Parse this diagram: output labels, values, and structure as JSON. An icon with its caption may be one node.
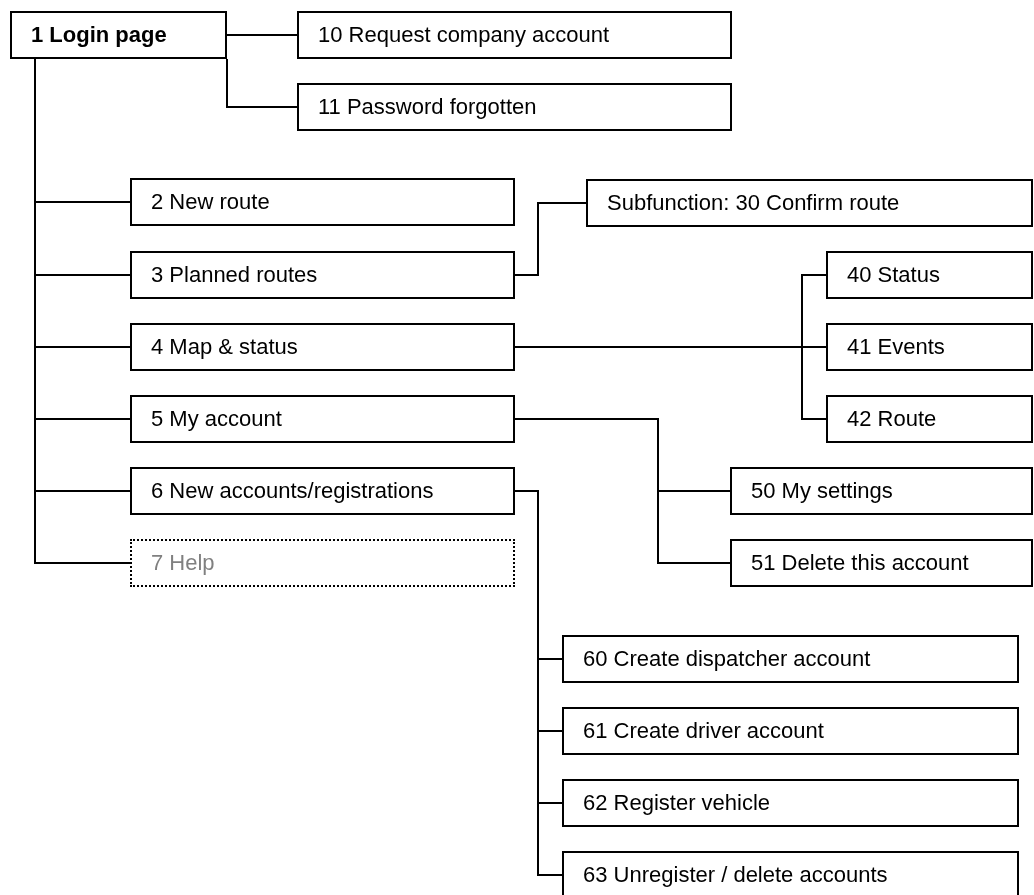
{
  "diagram": {
    "nodes": [
      {
        "text": [
          "1 Login page"
        ]
      },
      {
        "text": [
          "10 Request company account"
        ]
      },
      {
        "text": [
          "11 Password forgotten"
        ]
      },
      {
        "text": [
          "2 New route"
        ]
      },
      {
        "text": [
          "Subfunction: 30 Confirm route"
        ]
      },
      {
        "text": [
          "3 Planned routes"
        ]
      },
      {
        "text": [
          "40 Status"
        ]
      },
      {
        "text": [
          "4 Map & status"
        ]
      },
      {
        "text": [
          "41 Events"
        ]
      },
      {
        "text": [
          "5 My account"
        ]
      },
      {
        "text": [
          "42 Route"
        ]
      },
      {
        "text": [
          "6 New accounts/registrations"
        ]
      },
      {
        "text": [
          "50 My settings"
        ]
      },
      {
        "text": [
          "7 Help"
        ]
      },
      {
        "text": [
          "51 Delete this account"
        ]
      },
      {
        "text": [
          "60 Create dispatcher account"
        ]
      },
      {
        "text": [
          "61 Create driver account"
        ]
      },
      {
        "text": [
          "62 Register vehicle"
        ]
      },
      {
        "text": [
          "63 Unregister / delete accounts"
        ]
      }
    ],
    "edges": [
      {
        "from": 0,
        "to": 1,
        "arrow": "none"
      },
      {
        "from": 0,
        "to": 2,
        "arrow": "none"
      },
      {
        "from": 0,
        "to": 3,
        "arrow": "none"
      },
      {
        "from": 0,
        "to": 5,
        "arrow": "none"
      },
      {
        "from": 0,
        "to": 7,
        "arrow": "none"
      },
      {
        "from": 0,
        "to": 9,
        "arrow": "none"
      },
      {
        "from": 0,
        "to": 11,
        "arrow": "none"
      },
      {
        "from": 0,
        "to": 13,
        "arrow": "none"
      },
      {
        "from": 5,
        "to": 4,
        "arrow": "none"
      },
      {
        "from": 7,
        "to": 6,
        "arrow": "none"
      },
      {
        "from": 7,
        "to": 8,
        "arrow": "none"
      },
      {
        "from": 7,
        "to": 10,
        "arrow": "none"
      },
      {
        "from": 9,
        "to": 12,
        "arrow": "none"
      },
      {
        "from": 9,
        "to": 14,
        "arrow": "none"
      },
      {
        "from": 11,
        "to": 15,
        "arrow": "none"
      },
      {
        "from": 11,
        "to": 16,
        "arrow": "none"
      },
      {
        "from": 11,
        "to": 17,
        "arrow": "none"
      },
      {
        "from": 11,
        "to": 18,
        "arrow": "none"
      }
    ]
  }
}
